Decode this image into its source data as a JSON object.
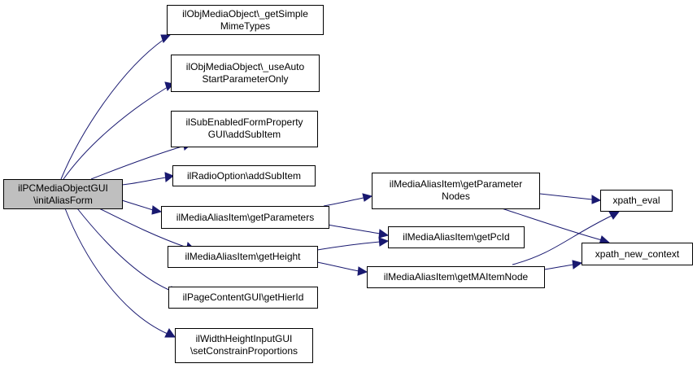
{
  "colors": {
    "root_fill": "#bfbfbf",
    "node_fill": "#ffffff",
    "edge": "#191970"
  },
  "nodes": {
    "root": [
      "ilPCMediaObjectGUI",
      "\\initAliasForm"
    ],
    "getSimpleMimeTypes": [
      "ilObjMediaObject\\_getSimple",
      "MimeTypes"
    ],
    "useAutoStart": [
      "ilObjMediaObject\\_useAuto",
      "StartParameterOnly"
    ],
    "subEnabledAddSubItem": [
      "ilSubEnabledFormProperty",
      "GUI\\addSubItem"
    ],
    "radioAddSubItem": [
      "ilRadioOption\\addSubItem"
    ],
    "getParameters": [
      "ilMediaAliasItem\\getParameters"
    ],
    "getHeight": [
      "ilMediaAliasItem\\getHeight"
    ],
    "getHierId": [
      "ilPageContentGUI\\getHierId"
    ],
    "setConstrain": [
      "ilWidthHeightInputGUI",
      "\\setConstrainProportions"
    ],
    "getParameterNodes": [
      "ilMediaAliasItem\\getParameter",
      "Nodes"
    ],
    "getPcId": [
      "ilMediaAliasItem\\getPcId"
    ],
    "getMAItemNode": [
      "ilMediaAliasItem\\getMAItemNode"
    ],
    "xpathEval": [
      "xpath_eval"
    ],
    "xpathNewContext": [
      "xpath_new_context"
    ]
  }
}
